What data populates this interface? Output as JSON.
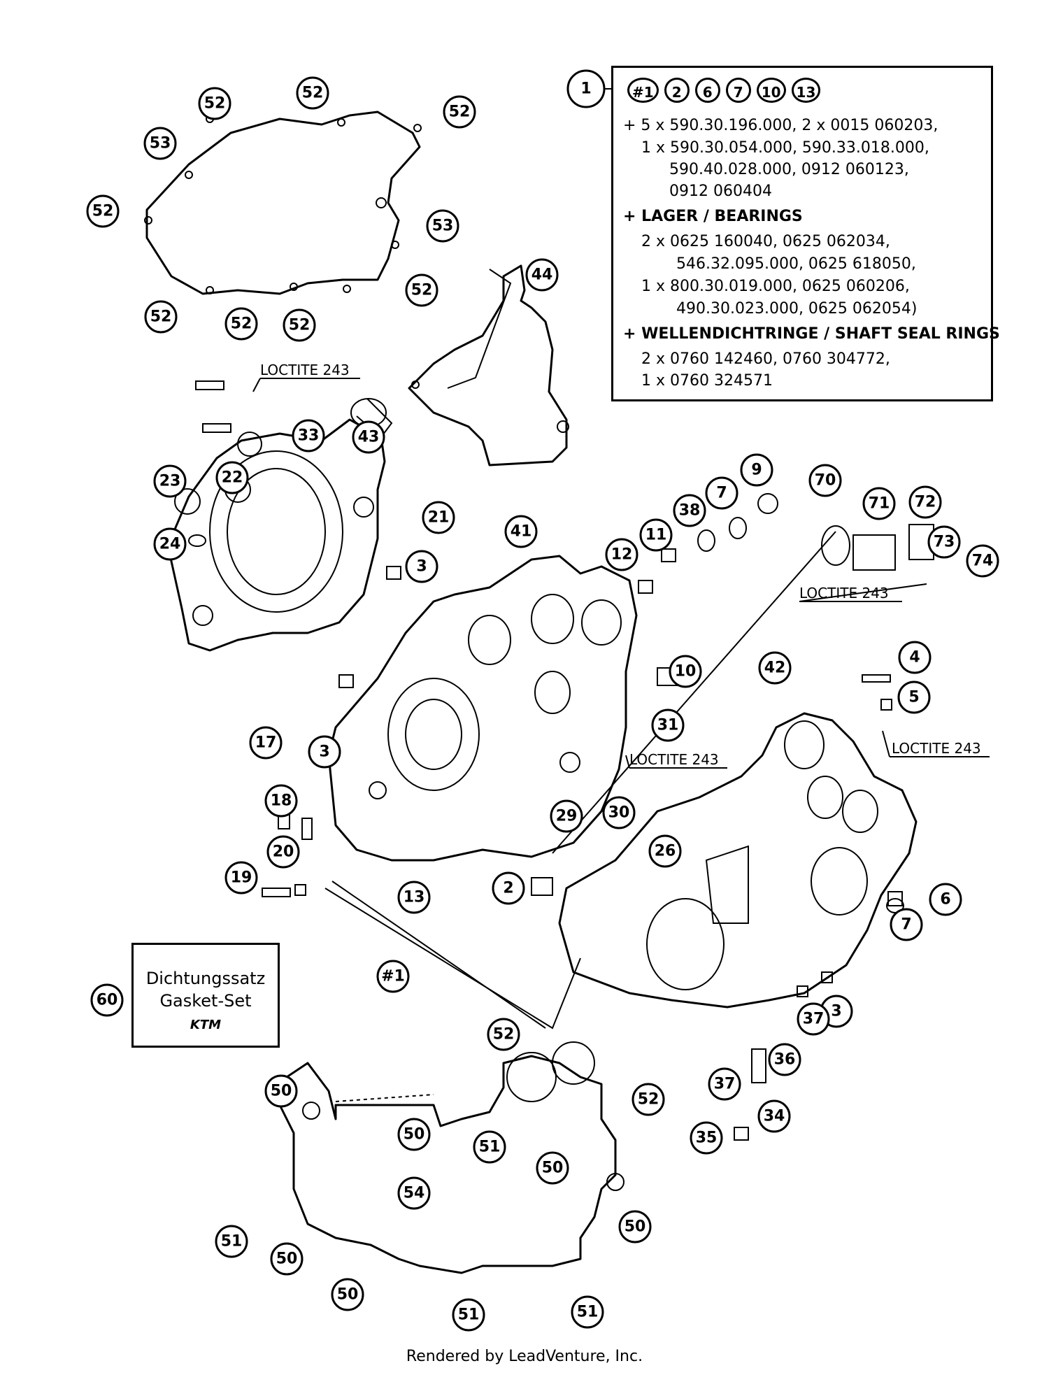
{
  "info_box": {
    "ref_numbers": [
      "#1",
      "2",
      "6",
      "7",
      "10",
      "13"
    ],
    "lines": [
      {
        "text": "+ 5 x 590.30.196.000, 2 x 0015 060203,",
        "bold": false
      },
      {
        "text": "1 x 590.30.054.000, 590.33.018.000,",
        "bold": false
      },
      {
        "text": "590.40.028.000, 0912 060123,",
        "bold": false
      },
      {
        "text": "0912 060404",
        "bold": false
      },
      {
        "text": "+ LAGER / BEARINGS",
        "bold": true
      },
      {
        "text": "2 x  0625 160040, 0625 062034,",
        "bold": false
      },
      {
        "text": "546.32.095.000, 0625 618050,",
        "bold": false
      },
      {
        "text": "1 x  800.30.019.000, 0625 060206,",
        "bold": false
      },
      {
        "text": "490.30.023.000, 0625 062054)",
        "bold": false
      },
      {
        "text": "+ WELLENDICHTRINGE / SHAFT SEAL RINGS",
        "bold": true
      },
      {
        "text": "2 x 0760 142460, 0760 304772,",
        "bold": false
      },
      {
        "text": "1 x 0760 324571",
        "bold": false
      }
    ]
  },
  "callouts": [
    "1",
    "52",
    "53",
    "44",
    "22",
    "23",
    "24",
    "33",
    "43",
    "21",
    "3",
    "41",
    "12",
    "11",
    "38",
    "7",
    "9",
    "70",
    "71",
    "72",
    "73",
    "74",
    "10",
    "4",
    "5",
    "42",
    "31",
    "17",
    "18",
    "20",
    "19",
    "13",
    "2",
    "29",
    "30",
    "26",
    "6",
    "37",
    "36",
    "34",
    "35",
    "50",
    "51",
    "54",
    "60",
    "#1"
  ],
  "notes": {
    "loctite_1": "LOCTITE 243",
    "loctite_2": "LOCTITE 243",
    "loctite_3": "LOCTITE 243",
    "loctite_4": "LOCTITE 243"
  },
  "gasket_set": {
    "line1": "Dichtungssatz",
    "line2": "Gasket-Set",
    "logo": "KTM"
  },
  "footer": "Rendered by LeadVenture, Inc."
}
